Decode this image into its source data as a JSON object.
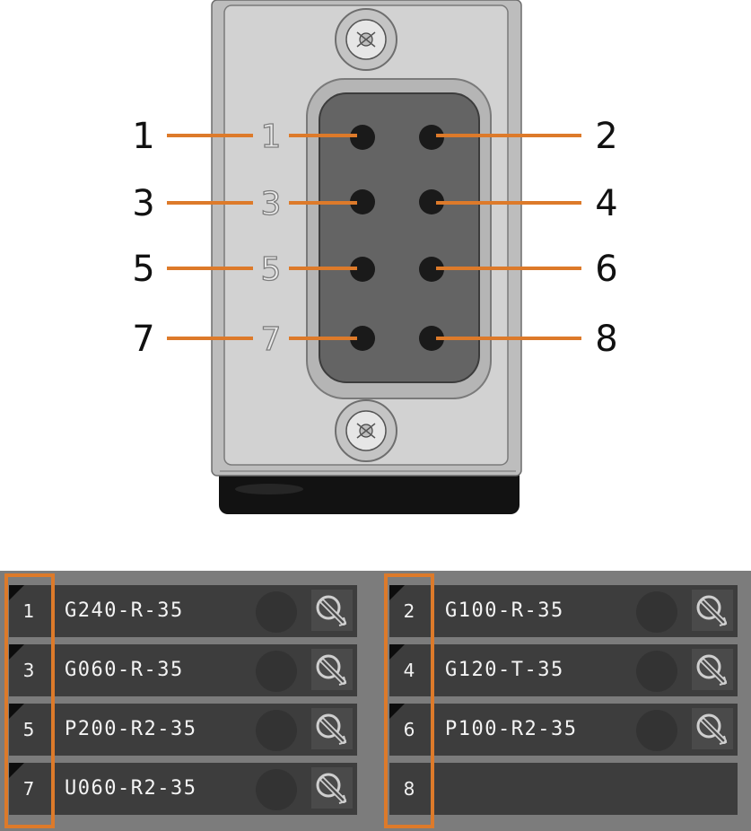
{
  "connector": {
    "callouts_left": [
      "1",
      "3",
      "5",
      "7"
    ],
    "callouts_right": [
      "2",
      "4",
      "6",
      "8"
    ],
    "embossed_labels": [
      "1",
      "3",
      "5",
      "7"
    ]
  },
  "colors": {
    "accent": "#dd7a2a",
    "panel_bg": "#7c7c7c",
    "row_bg": "#3d3d3d",
    "plate": "#d2d2d2"
  },
  "slots": {
    "left": [
      {
        "number": "1",
        "tool": "G240-R-35",
        "has_tool": true
      },
      {
        "number": "3",
        "tool": "G060-R-35",
        "has_tool": true
      },
      {
        "number": "5",
        "tool": "P200-R2-35",
        "has_tool": true
      },
      {
        "number": "7",
        "tool": "U060-R2-35",
        "has_tool": true
      }
    ],
    "right": [
      {
        "number": "2",
        "tool": "G100-R-35",
        "has_tool": true
      },
      {
        "number": "4",
        "tool": "G120-T-35",
        "has_tool": true
      },
      {
        "number": "6",
        "tool": "P100-R2-35",
        "has_tool": true
      },
      {
        "number": "8",
        "tool": "",
        "has_tool": false
      }
    ]
  },
  "icons": {
    "slot_action": "tool-edit-icon",
    "slot_status": "status-dot-icon"
  }
}
